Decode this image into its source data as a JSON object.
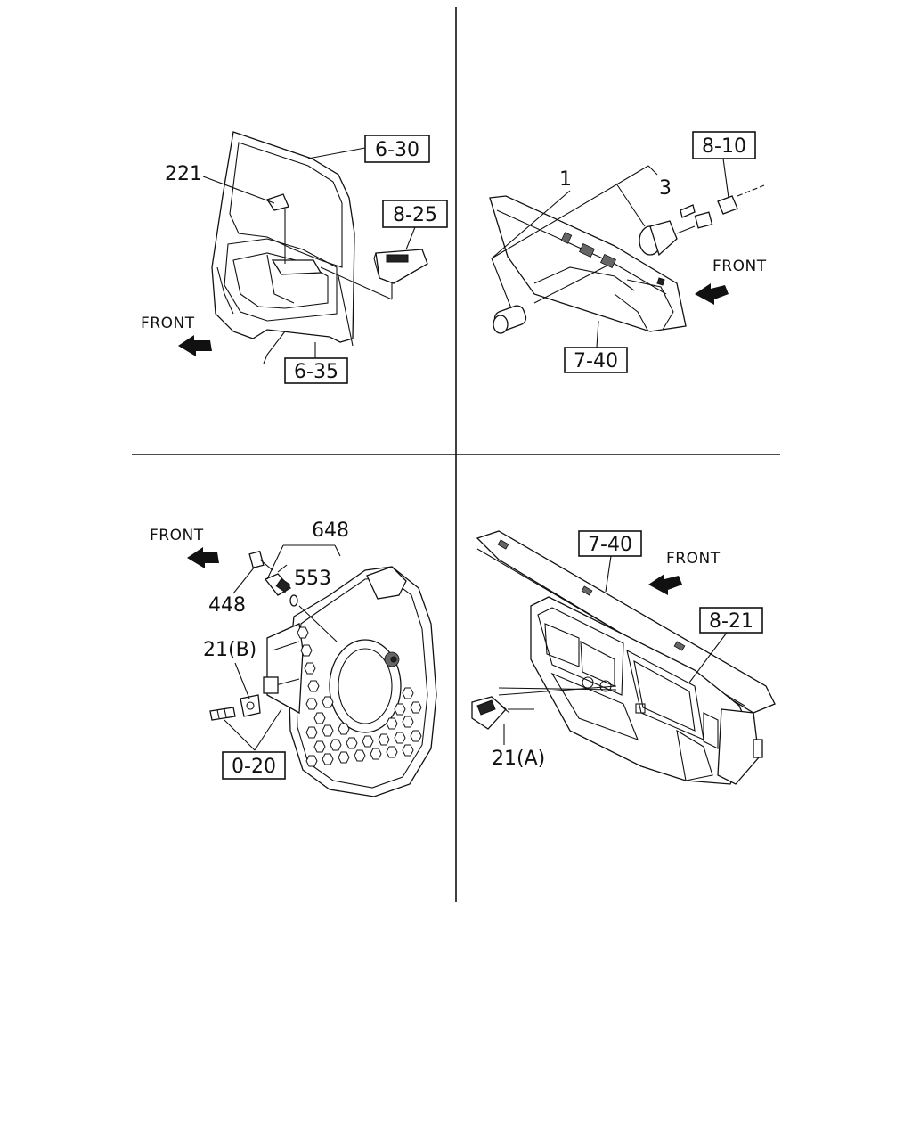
{
  "quadrants": {
    "top_left": {
      "ref_boxes": [
        "6-30",
        "8-25",
        "6-35"
      ],
      "part_numbers": [
        "221"
      ],
      "direction_label": "FRONT"
    },
    "top_right": {
      "ref_boxes": [
        "8-10",
        "7-40"
      ],
      "part_numbers": [
        "1",
        "3"
      ],
      "direction_label": "FRONT"
    },
    "bottom_left": {
      "ref_boxes": [
        "0-20"
      ],
      "part_numbers": [
        "648",
        "553",
        "448",
        "21(B)"
      ],
      "direction_label": "FRONT"
    },
    "bottom_right": {
      "ref_boxes": [
        "7-40",
        "8-21"
      ],
      "part_numbers": [
        "21(A)"
      ],
      "direction_label": "FRONT"
    }
  },
  "icons": [
    "front-arrow-icon"
  ]
}
